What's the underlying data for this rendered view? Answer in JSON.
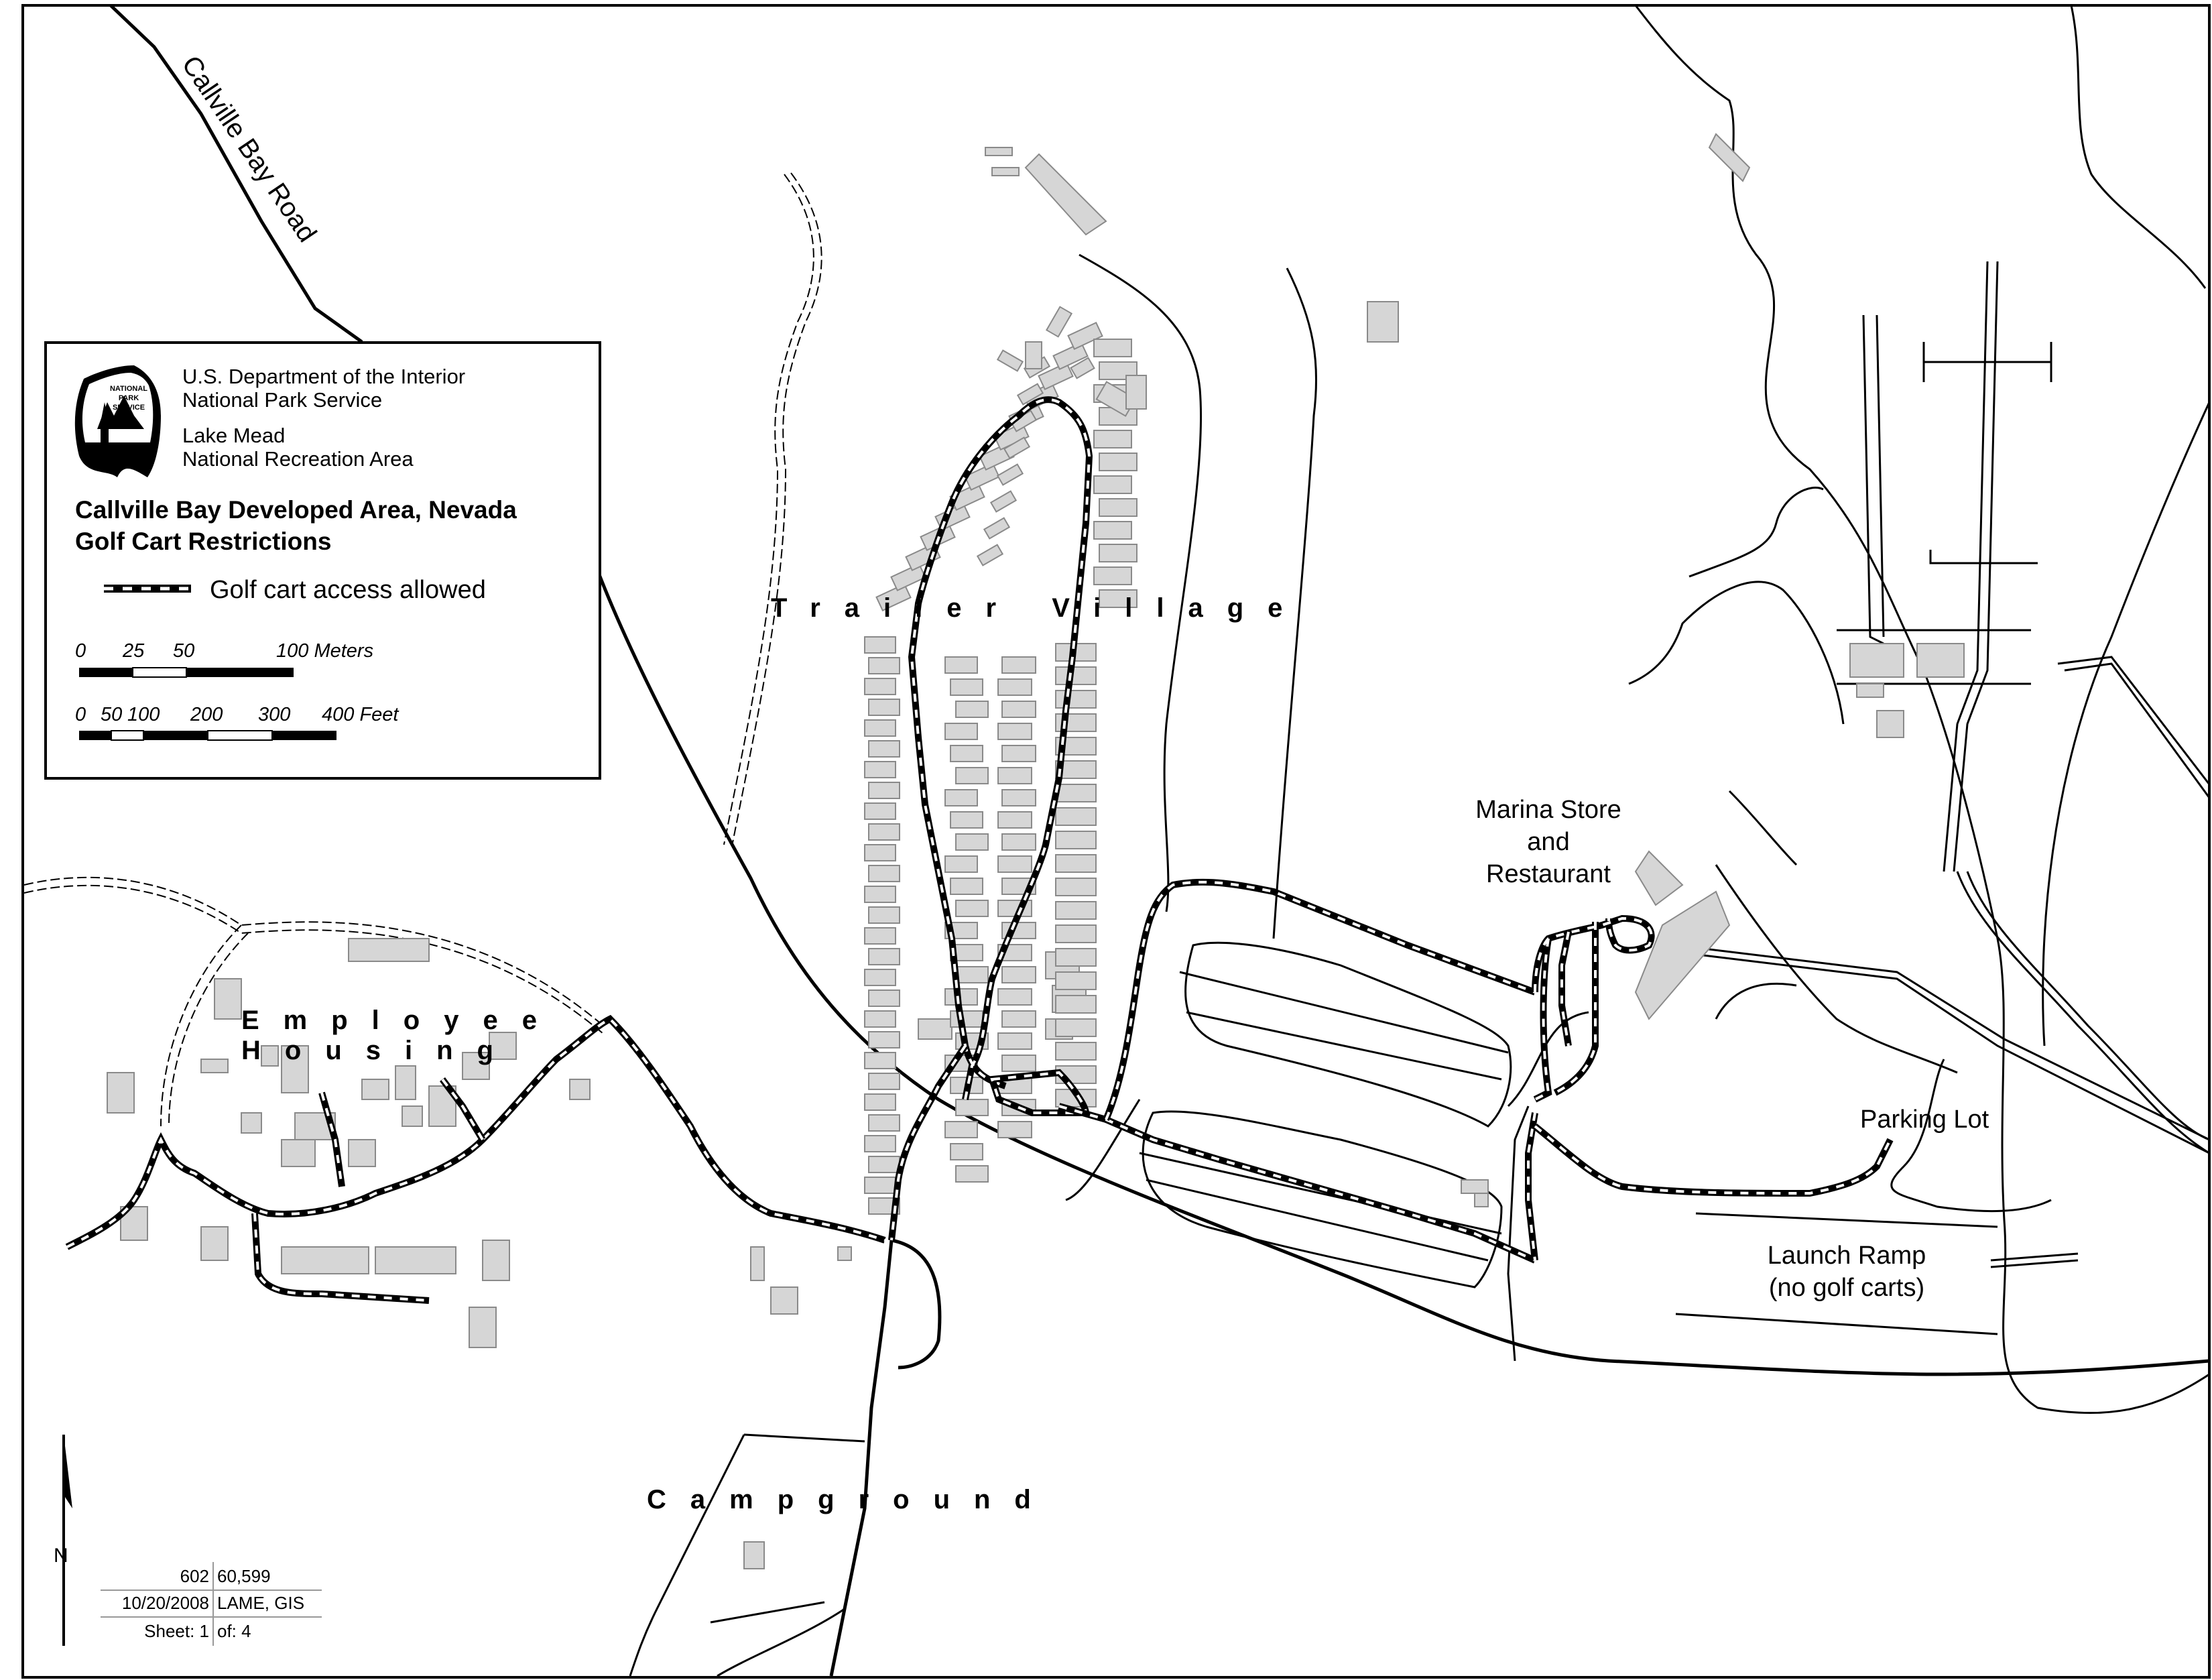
{
  "map": {
    "road_label": "Callville Bay Road",
    "area_labels": {
      "trailer_village": "Trailer Village",
      "employee_housing_1": "Employee",
      "employee_housing_2": "Housing",
      "campground": "Campground",
      "marina_1": "Marina Store",
      "marina_2": "and",
      "marina_3": "Restaurant",
      "parking_lot": "Parking Lot",
      "launch_1": "Launch Ramp",
      "launch_2": "(no golf carts)"
    },
    "north_label": "N"
  },
  "legend": {
    "agency_1": "U.S. Department of the Interior",
    "agency_2": "National Park Service",
    "park_1": "Lake Mead",
    "park_2": "National Recreation Area",
    "title_1": "Callville Bay Developed Area, Nevada",
    "title_2": "Golf Cart Restrictions",
    "symbol_label": "Golf cart access allowed",
    "logo_text": [
      "NATIONAL",
      "PARK",
      "SERVICE"
    ],
    "scale_meters": {
      "ticks": [
        "0",
        "25",
        "50",
        "100 Meters"
      ]
    },
    "scale_feet": {
      "ticks": [
        "0",
        "50",
        "100",
        "200",
        "300",
        "400 Feet"
      ]
    }
  },
  "info_block": {
    "rows": [
      [
        "602",
        "60,599"
      ],
      [
        "10/20/2008",
        "LAME, GIS"
      ],
      [
        "Sheet: 1",
        "of: 4"
      ]
    ]
  },
  "colors": {
    "building_fill": "#d6d6d6",
    "building_stroke": "#8a8a8a",
    "line": "#000000"
  }
}
